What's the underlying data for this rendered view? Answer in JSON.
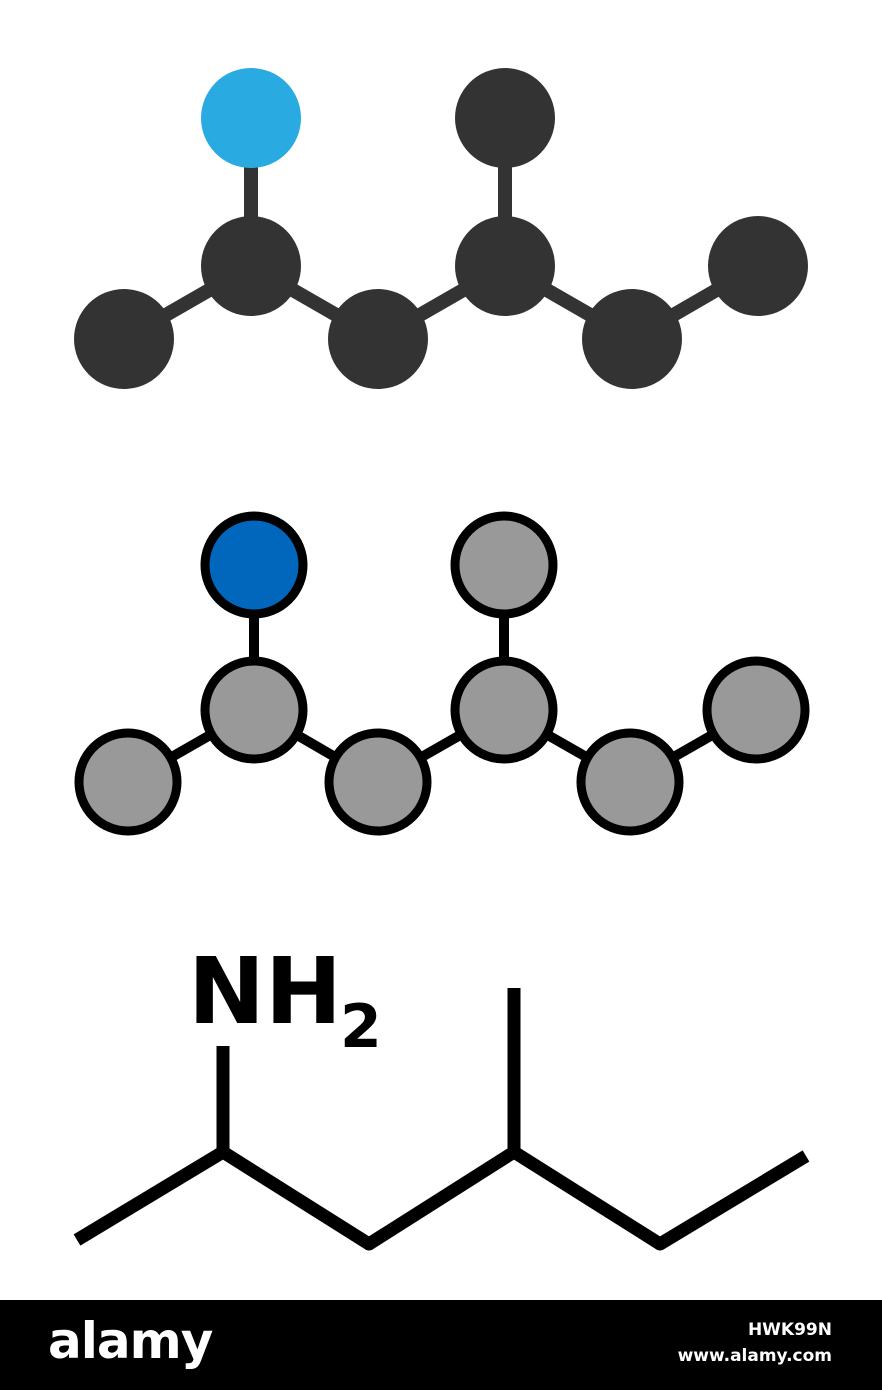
{
  "colors": {
    "background": "#ffffff",
    "carbon_dark": "#333333",
    "nitrogen_light": "#29abe2",
    "carbon_grey": "#999999",
    "nitrogen_blue": "#0067bc",
    "outline": "#000000",
    "skeletal_line": "#000000",
    "footer_bg": "#000000",
    "footer_text": "#ffffff"
  },
  "molecule": {
    "atoms": [
      {
        "id": "N",
        "element": "N"
      },
      {
        "id": "C2",
        "element": "C"
      },
      {
        "id": "C1",
        "element": "C"
      },
      {
        "id": "C3",
        "element": "C"
      },
      {
        "id": "C4",
        "element": "C"
      },
      {
        "id": "CM",
        "element": "C"
      },
      {
        "id": "C5",
        "element": "C"
      },
      {
        "id": "C6",
        "element": "C"
      }
    ],
    "bonds": [
      [
        "N",
        "C2"
      ],
      [
        "C2",
        "C1"
      ],
      [
        "C2",
        "C3"
      ],
      [
        "C3",
        "C4"
      ],
      [
        "C4",
        "CM"
      ],
      [
        "C4",
        "C5"
      ],
      [
        "C5",
        "C6"
      ]
    ]
  },
  "formula": {
    "amine_main": "NH",
    "amine_sub": "2"
  },
  "footer": {
    "brand": "alamy",
    "image_id": "HWK99N",
    "url": "www.alamy.com"
  }
}
